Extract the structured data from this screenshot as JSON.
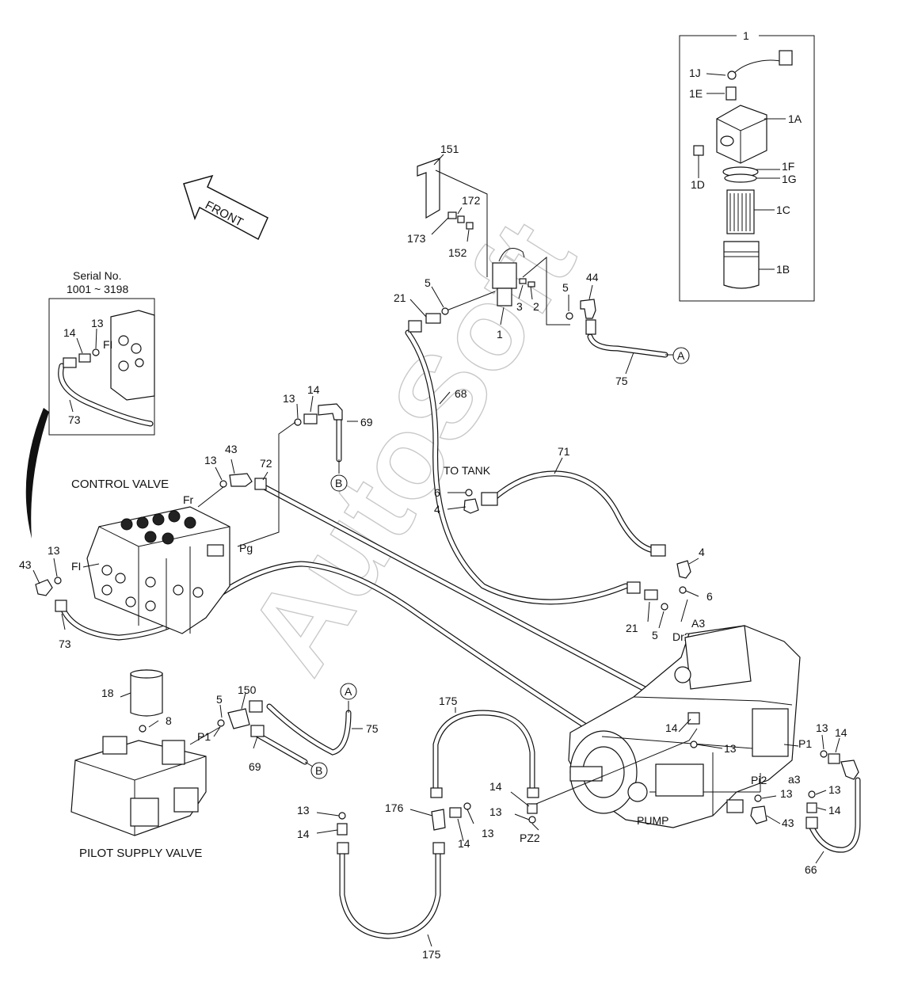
{
  "watermark": "AutoSoft",
  "front_arrow_label": "FRONT",
  "serial_inset": {
    "title": "Serial No.",
    "range": "1001 ~ 3198"
  },
  "component_titles": {
    "control_valve": "CONTROL VALVE",
    "pilot_supply_valve": "PILOT SUPPLY VALVE",
    "pump": "PUMP",
    "to_tank": "TO  TANK"
  },
  "port_labels": {
    "fr": "Fr",
    "pg": "Pg",
    "fi_main": "FI",
    "fi_inset": "FI",
    "p1_pilot": "P1",
    "p1_pump": "P1",
    "pi2": "Pi2",
    "a3_upper": "A3",
    "dr2": "Dr2",
    "a3_lower": "a3",
    "pz2": "PZ2"
  },
  "circle_refs": {
    "a_top": "A",
    "a_bottom": "A",
    "b_top": "B",
    "b_bottom": "B"
  },
  "filter_inset": {
    "head": "1",
    "j": "1J",
    "e": "1E",
    "a": "1A",
    "f": "1F",
    "g": "1G",
    "d": "1D",
    "c": "1C",
    "b": "1B"
  },
  "part_callouts": {
    "p151": "151",
    "p172": "172",
    "p173": "173",
    "p152": "152",
    "p5a": "5",
    "p21a": "21",
    "p3": "3",
    "p2": "2",
    "p1": "1",
    "p5b": "5",
    "p44": "44",
    "p75a": "75",
    "p68": "68",
    "p13a": "13",
    "p14a": "14",
    "p69a": "69",
    "p13b": "13",
    "p14b": "14",
    "p73a": "73",
    "p13c": "13",
    "p43a": "43",
    "p72": "72",
    "p71": "71",
    "p6a": "6",
    "p4a": "4",
    "p4b": "4",
    "p6b": "6",
    "p21b": "21",
    "p5c": "5",
    "p43b": "43",
    "p13d": "13",
    "p73b": "73",
    "p18": "18",
    "p8": "8",
    "p5d": "5",
    "p150": "150",
    "p75b": "75",
    "p69b": "69",
    "p175a": "175",
    "p175b": "175",
    "p176": "176",
    "p13e": "13",
    "p14c": "14",
    "p14d": "14",
    "p13f": "13",
    "p14e": "14",
    "p13g": "13",
    "p14f": "14",
    "p13h": "13",
    "p13i": "13",
    "p14g": "14",
    "p13j": "13",
    "p43c": "43",
    "p13k": "13",
    "p14h": "14",
    "p66": "66"
  }
}
